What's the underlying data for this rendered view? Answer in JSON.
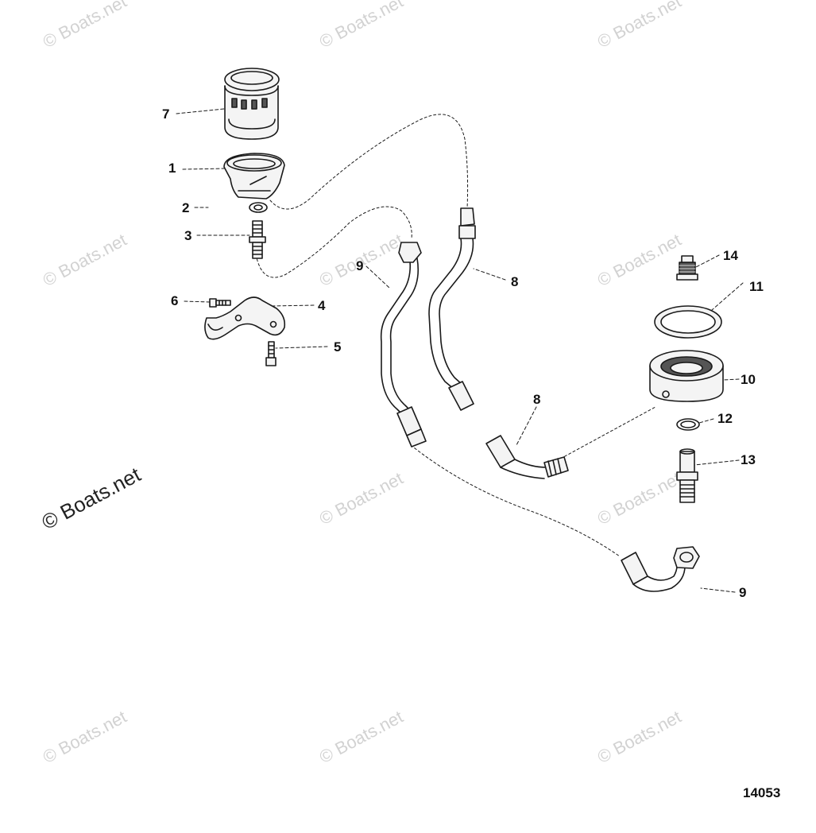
{
  "watermark": {
    "faint_text": "© Boats.net",
    "main_text": "© Boats.net"
  },
  "figure_number": "14053",
  "callouts": {
    "c1": "1",
    "c2": "2",
    "c3": "3",
    "c4": "4",
    "c5": "5",
    "c6": "6",
    "c7": "7",
    "c8a": "8",
    "c8b": "8",
    "c9a": "9",
    "c9b": "9",
    "c10": "10",
    "c11": "11",
    "c12": "12",
    "c13": "13",
    "c14": "14"
  },
  "colors": {
    "line": "#1a1a1a",
    "fill_light": "#f4f4f4",
    "fill_dark": "#555555",
    "watermark": "#d2d2d2"
  }
}
